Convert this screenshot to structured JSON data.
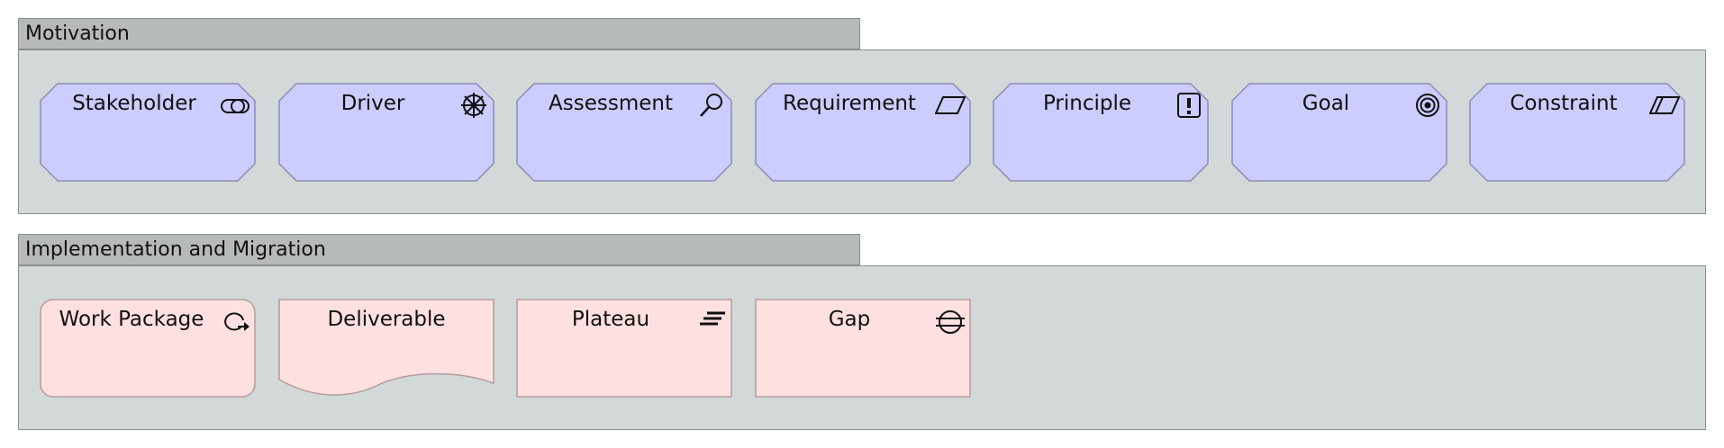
{
  "groups": {
    "motivation": {
      "title": "Motivation",
      "fill": "#d3d8d8",
      "tab_fill": "#b6baba",
      "element_fill": "#ccccfe",
      "elements": [
        {
          "label": "Stakeholder",
          "icon": "stakeholder-icon"
        },
        {
          "label": "Driver",
          "icon": "driver-icon"
        },
        {
          "label": "Assessment",
          "icon": "assessment-icon"
        },
        {
          "label": "Requirement",
          "icon": "requirement-icon"
        },
        {
          "label": "Principle",
          "icon": "principle-icon"
        },
        {
          "label": "Goal",
          "icon": "goal-icon"
        },
        {
          "label": "Constraint",
          "icon": "constraint-icon"
        }
      ]
    },
    "implementation": {
      "title": "Implementation and Migration",
      "fill": "#d3d8d8",
      "tab_fill": "#b6baba",
      "element_fill": "#ffe0e0",
      "elements": [
        {
          "label": "Work Package",
          "icon": "work-package-icon"
        },
        {
          "label": "Deliverable",
          "icon": ""
        },
        {
          "label": "Plateau",
          "icon": "plateau-icon"
        },
        {
          "label": "Gap",
          "icon": "gap-icon"
        }
      ]
    }
  }
}
